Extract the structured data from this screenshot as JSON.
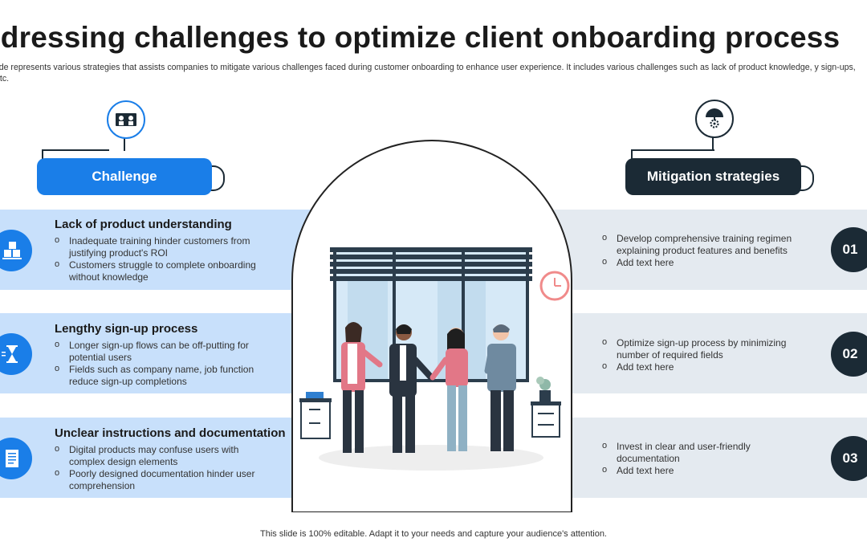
{
  "title": "ddressing challenges to optimize client onboarding process",
  "subtitle": "lide represents various strategies that assists companies to mitigate various challenges faced during customer onboarding to enhance user experience. It includes various challenges such as lack of product knowledge, y sign-ups, etc.",
  "challenge_header": "Challenge",
  "mitigation_header": "Mitigation strategies",
  "challenges": [
    {
      "heading": "Lack of product understanding",
      "icon": "product-boxes-icon",
      "points": [
        "Inadequate training hinder customers from justifying product's ROI",
        "Customers struggle to complete onboarding without knowledge"
      ]
    },
    {
      "heading": "Lengthy sign-up process",
      "icon": "hourglass-icon",
      "points": [
        "Longer sign-up flows can be off-putting for potential users",
        "Fields such as company name, job function reduce sign-up completions"
      ]
    },
    {
      "heading": "Unclear instructions and documentation",
      "icon": "document-icon",
      "points": [
        "Digital products may confuse users with complex design elements",
        "Poorly designed documentation hinder user comprehension"
      ]
    }
  ],
  "strategies": [
    {
      "number": "01",
      "points": [
        "Develop comprehensive training regimen explaining product features and benefits",
        "Add text here"
      ]
    },
    {
      "number": "02",
      "points": [
        "Optimize sign-up process by minimizing number of required fields",
        "Add text here"
      ]
    },
    {
      "number": "03",
      "points": [
        "Invest in clear and user-friendly documentation",
        "Add text here"
      ]
    }
  ],
  "footer": "This slide is 100% editable. Adapt it to your needs and capture your audience's attention.",
  "colors": {
    "accent_blue": "#1a7ee8",
    "dark_navy": "#1b2a35",
    "light_blue_band": "#c8e0fb",
    "light_gray_band": "#e4eaf0"
  }
}
